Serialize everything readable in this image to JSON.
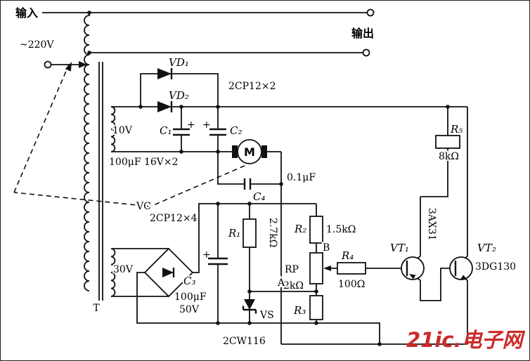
{
  "diagram": {
    "kind": "circuit-schematic",
    "subject": "AC voltage stabilizer with servo motor driven variac"
  },
  "labels": {
    "input": "输入",
    "output": "输出",
    "mains": "~220V",
    "transformer_t": "T",
    "winding_top": "10V",
    "winding_bottom": "30V",
    "vd1": "VD₁",
    "vd2": "VD₂",
    "vd_type": "2CP12×2",
    "c1": "C₁",
    "c2": "C₂",
    "plus": "+",
    "c12_value": "100μF 16V×2",
    "motor": "M",
    "c4": "C₄",
    "c4_value": "0.1μF",
    "vc": "VC",
    "bridge_type": "2CP12×4",
    "c3": "C₃",
    "c3_value": "100μF",
    "c3_voltage": "50V",
    "r1": "R₁",
    "r1_value": "2.7kΩ",
    "r2": "R₂",
    "r2_value": "1.5kΩ",
    "node_b": "B",
    "rp": "RP",
    "rp_value": "2kΩ",
    "node_a": "A",
    "r3": "R₃",
    "vs": "VS",
    "vs_type": "2CW116",
    "r4": "R₄",
    "r4_value": "100Ω",
    "vt1": "VT₁",
    "vt1_type": "3AX31",
    "vt2": "VT₂",
    "vt2_type": "3DG130",
    "r5": "R₅",
    "r5_value": "8kΩ"
  },
  "watermark": {
    "text": "21ic.电子网",
    "color": "#cc2a2a"
  }
}
